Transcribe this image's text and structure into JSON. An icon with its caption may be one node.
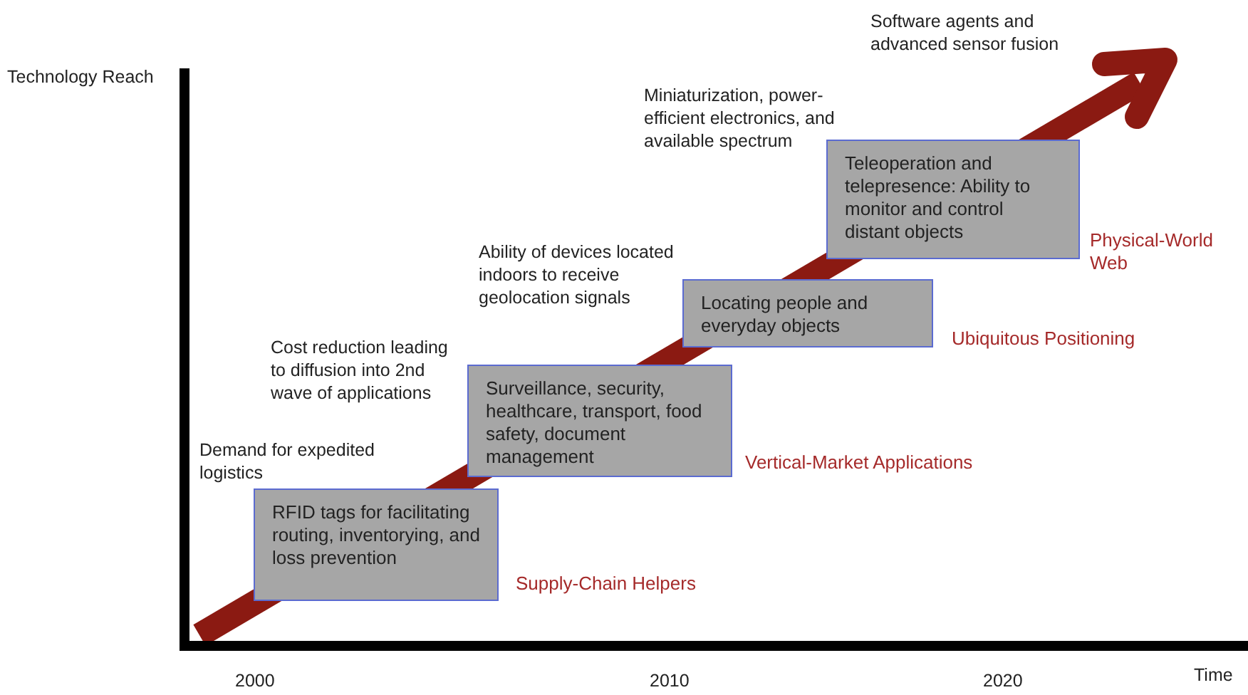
{
  "diagram": {
    "nodes": [
      {
        "text": [
          "RFID tags for facilitating routing, inventorying, and loss prevention"
        ],
        "beside": [
          "Supply-Chain Helpers"
        ]
      },
      {
        "text": [
          "Surveillance, security, healthcare, transport, food safety,  document management"
        ],
        "beside": [
          "Vertical-Market Applications"
        ]
      },
      {
        "text": [
          "Locating people and everyday objects"
        ],
        "beside": [
          "Ubiquitous Positioning"
        ]
      },
      {
        "text": [
          "Teleoperation and telepresence: Ability to monitor and control distant objects"
        ],
        "beside": [
          "Physical-World Web"
        ]
      }
    ],
    "labels": [
      "Technology Reach",
      "Software agents and advanced sensor fusion",
      "Miniaturization, power-efficient electronics, and available spectrum",
      "Ability of devices located indoors to receive geolocation signals",
      "Cost reduction leading to diffusion into 2nd wave of applications",
      "Demand for expedited logistics",
      "2000",
      "2010",
      "2020",
      "Time"
    ]
  }
}
